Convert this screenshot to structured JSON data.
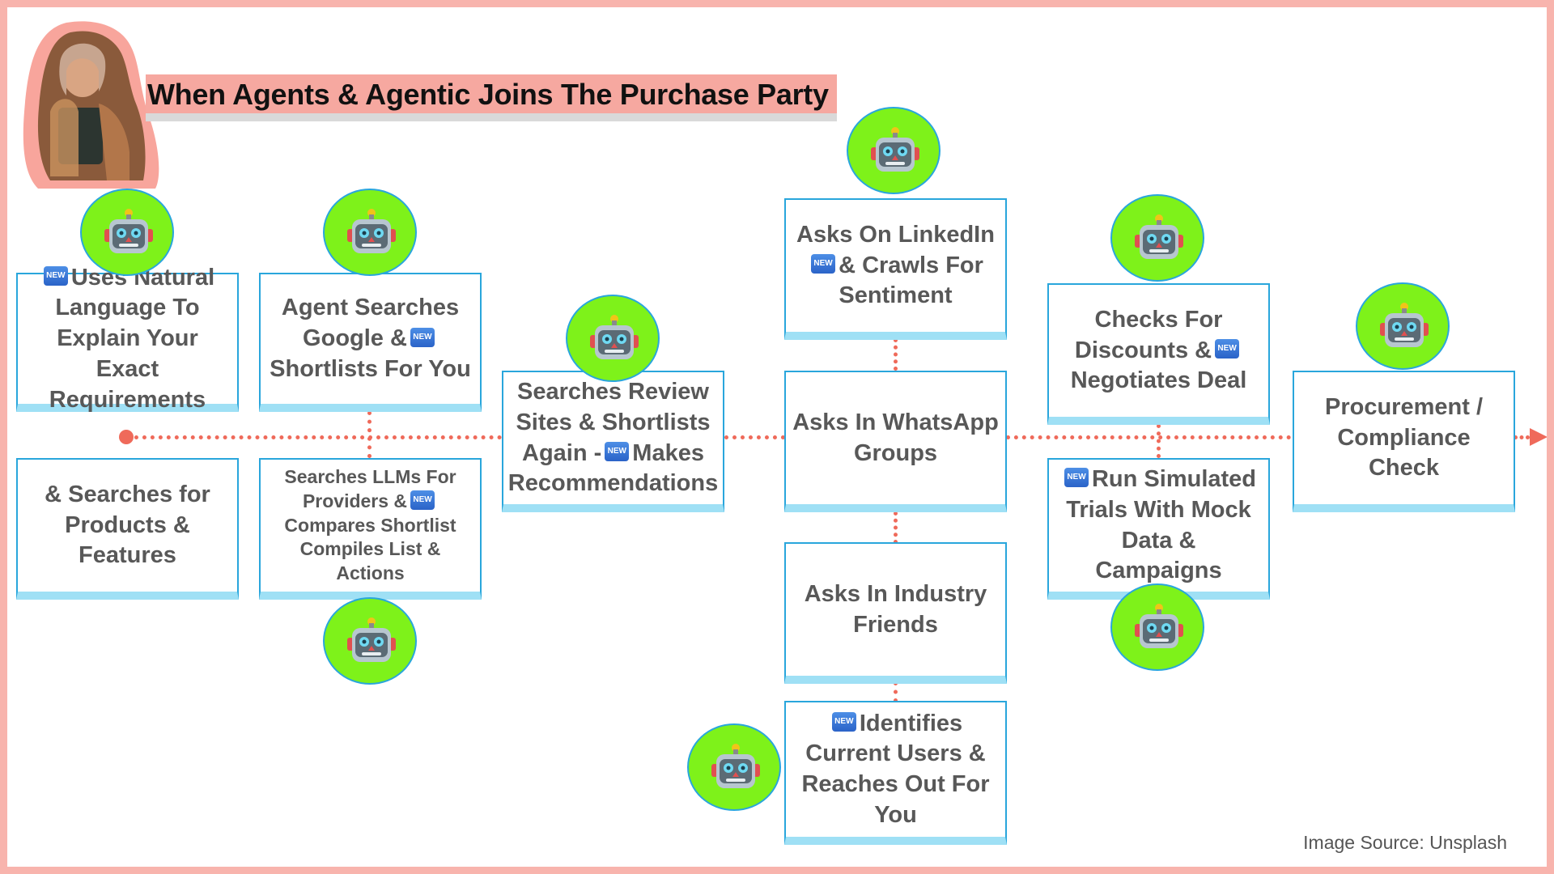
{
  "title": "When Agents & Agentic Joins The Purchase Party",
  "badge_label": "NEW",
  "boxes": [
    {
      "before": "",
      "new": true,
      "after": "Uses Natural Language To Explain Your Exact Requirements"
    },
    {
      "before": "& Searches for Products & Features",
      "new": false,
      "after": ""
    },
    {
      "before": "Agent Searches Google &",
      "new": true,
      "after": "Shortlists For You"
    },
    {
      "before": "Searches LLMs For Providers &",
      "new": true,
      "after": "Compares Shortlist Compiles List & Actions"
    },
    {
      "before": "Searches Review Sites & Shortlists Again -",
      "new": true,
      "after": "Makes Recommendations"
    },
    {
      "before": "Asks On LinkedIn",
      "new": true,
      "after": "& Crawls For Sentiment"
    },
    {
      "before": "Asks In WhatsApp Groups",
      "new": false,
      "after": ""
    },
    {
      "before": "Asks In Industry Friends",
      "new": false,
      "after": ""
    },
    {
      "before": "",
      "new": true,
      "after": "Identifies Current Users & Reaches Out For You"
    },
    {
      "before": "Checks For Discounts &",
      "new": true,
      "after": "Negotiates Deal"
    },
    {
      "before": "",
      "new": true,
      "after": "Run Simulated Trials With Mock Data & Campaigns"
    },
    {
      "before": "Procurement / Compliance Check",
      "new": false,
      "after": ""
    }
  ],
  "source": "Image Source: Unsplash",
  "colors": {
    "accent": "#ef6a5a",
    "box_border": "#29a6dc",
    "box_shadow": "#9fe0f5",
    "robot_bg": "#7ef21a",
    "frame": "#f8b4ad"
  },
  "icons": [
    "robot-icon",
    "new-badge-icon",
    "person-photo"
  ]
}
